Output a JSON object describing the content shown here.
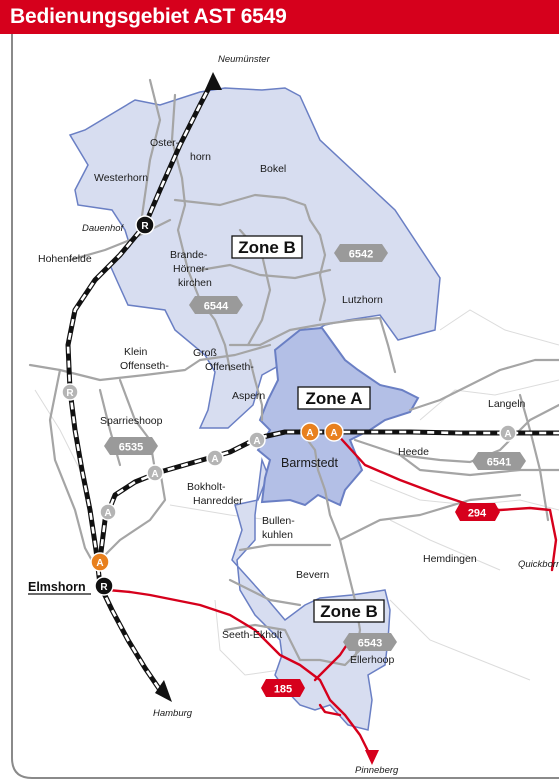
{
  "header": {
    "title": "Bedienungsgebiet AST 6549"
  },
  "zones": {
    "a": "Zone A",
    "b_north": "Zone B",
    "b_south": "Zone B"
  },
  "lines": {
    "l6542": "6542",
    "l6544": "6544",
    "l6535": "6535",
    "l6541": "6541",
    "l6543": "6543",
    "l294": "294",
    "l185": "185"
  },
  "places": {
    "neumuenster": "Neumünster",
    "oster": "Oster-",
    "horn": "horn",
    "westerhorn": "Westerhorn",
    "bokel": "Bokel",
    "dauenhof": "Dauenhof",
    "hohenfelde": "Hohenfelde",
    "brande1": "Brande-",
    "brande2": "Hörner-",
    "brande3": "kirchen",
    "lutzhorn": "Lutzhorn",
    "klein1": "Klein",
    "klein2": "Offenseth-",
    "gross1": "Groß",
    "gross2": "Offenseth-",
    "aspern": "Aspern",
    "sparrieshoop": "Sparrieshoop",
    "langeln": "Langeln",
    "barmstedt": "Barmstedt",
    "heede": "Heede",
    "bokholt1": "Bokholt-",
    "bokholt2": "Hanredder",
    "bullen1": "Bullen-",
    "bullen2": "kuhlen",
    "hemdingen": "Hemdingen",
    "quickborn": "Quickborn",
    "elmshorn": "Elmshorn",
    "bevern": "Bevern",
    "seeth": "Seeth-Ekholt",
    "ellerhoop": "Ellerhoop",
    "hamburg": "Hamburg",
    "pinneberg": "Pinneberg"
  },
  "stations": {
    "r": "R",
    "a": "A"
  },
  "colors": {
    "header": "#d6001c",
    "zone_b": "#d7ddf0",
    "zone_a": "#b3bfe6",
    "zone_border": "#6a7fc4",
    "road": "#a5a5a5",
    "bus_route": "#d6001c",
    "station_a": "#e8801e"
  }
}
